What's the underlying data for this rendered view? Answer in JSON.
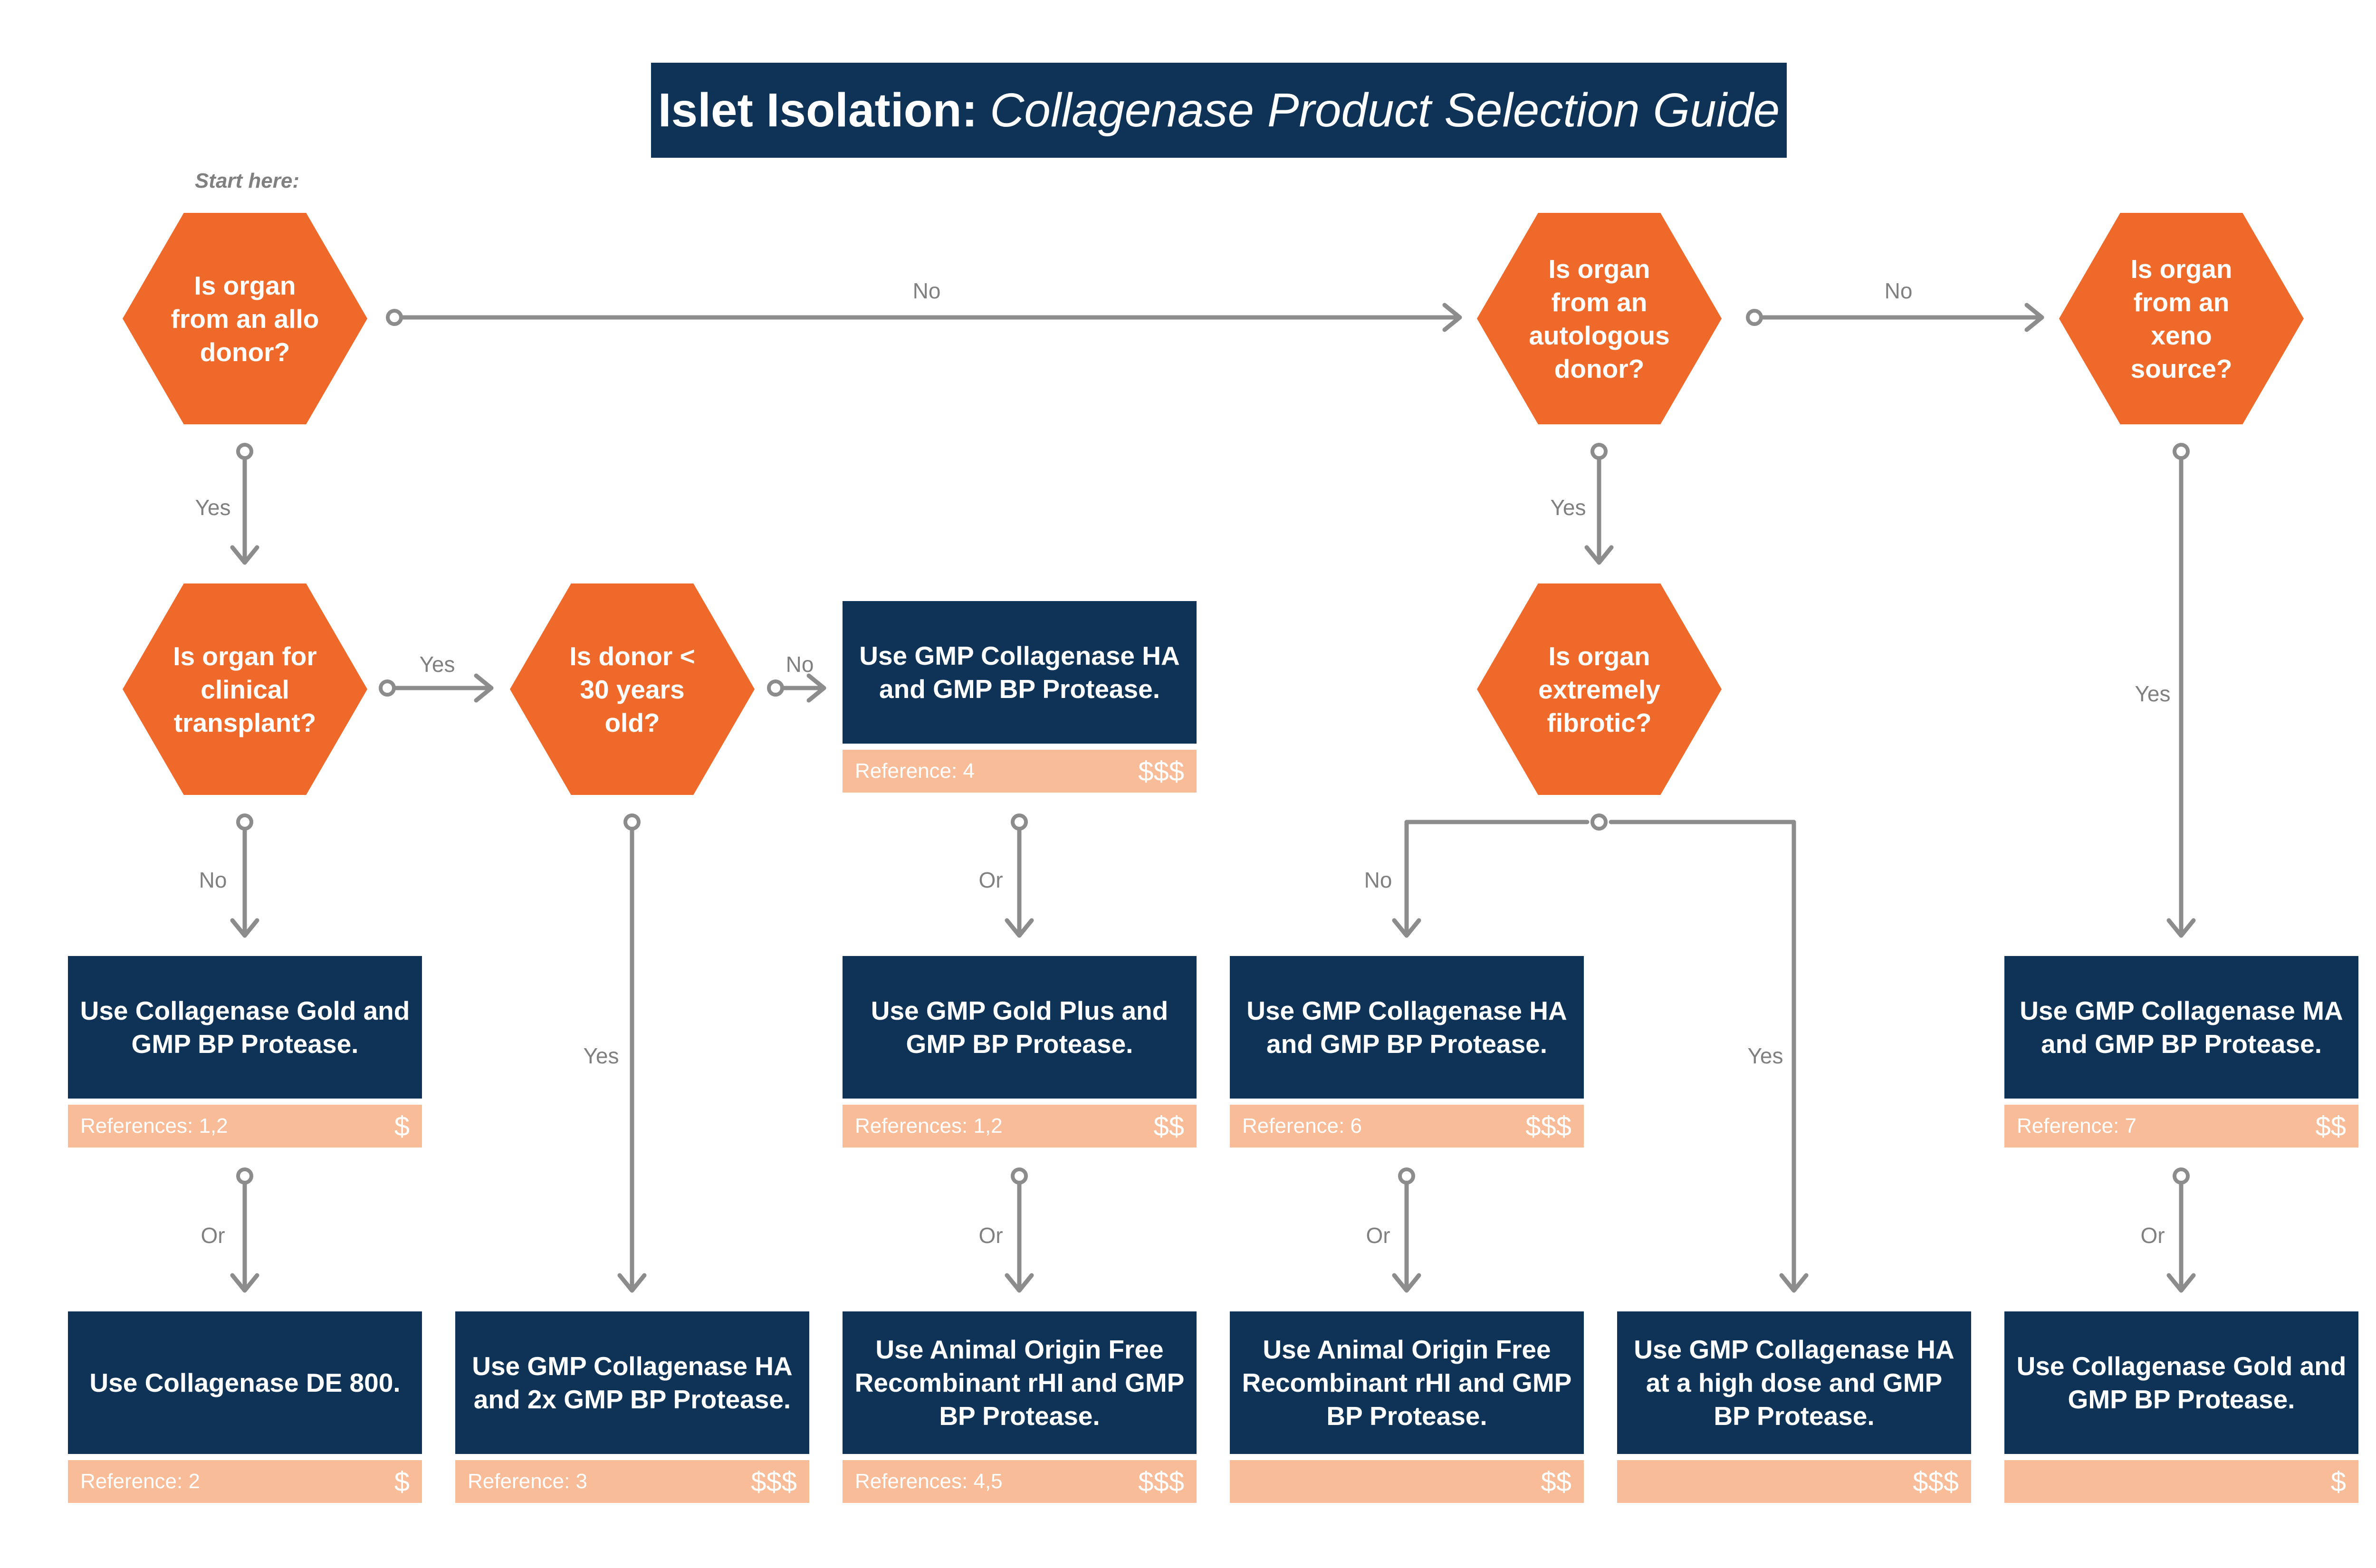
{
  "title": {
    "bold": "Islet Isolation:",
    "italic": "Collagenase Product Selection Guide"
  },
  "start_label": "Start here:",
  "questions": {
    "allo": "Is organ from an allo donor?",
    "clinical": "Is organ for clinical transplant?",
    "age": "Is donor < 30 years old?",
    "autologous": "Is organ from an autologous donor?",
    "fibrotic": "Is organ extremely fibrotic?",
    "xeno": "Is organ from an xeno source?"
  },
  "results": {
    "gmp_ha_bp_young": {
      "text": "Use GMP Collagenase HA and GMP BP Protease.",
      "ref": "Reference: 4",
      "price": "$$$"
    },
    "gold_bp": {
      "text": "Use Collagenase Gold and GMP BP Protease.",
      "ref": "References: 1,2",
      "price": "$"
    },
    "de800": {
      "text": "Use Collagenase DE 800.",
      "ref": "Reference: 2",
      "price": "$"
    },
    "ha_2x_bp": {
      "text": "Use GMP Collagenase HA and 2x GMP BP Protease.",
      "ref": "Reference: 3",
      "price": "$$$"
    },
    "gmp_gold_plus": {
      "text": "Use GMP Gold Plus and GMP BP Protease.",
      "ref": "References: 1,2",
      "price": "$$"
    },
    "aof_rhi_mid": {
      "text": "Use Animal Origin Free Recombinant rHI and GMP BP Protease.",
      "ref": "References: 4,5",
      "price": "$$$"
    },
    "auto_ha_bp": {
      "text": "Use GMP Collagenase HA and GMP BP Protease.",
      "ref": "Reference: 6",
      "price": "$$$"
    },
    "auto_aof_rhi": {
      "text": "Use Animal Origin Free Recombinant rHI and GMP BP Protease.",
      "ref": "",
      "price": "$$"
    },
    "ha_high_dose": {
      "text": "Use GMP Collagenase HA at a high dose and GMP BP Protease.",
      "ref": "",
      "price": "$$$"
    },
    "xeno_ma_bp": {
      "text": "Use GMP Collagenase MA and GMP BP Protease.",
      "ref": "Reference: 7",
      "price": "$$"
    },
    "xeno_gold_bp": {
      "text": "Use Collagenase Gold and GMP BP Protease.",
      "ref": "",
      "price": "$"
    }
  },
  "labels": {
    "yes": "Yes",
    "no": "No",
    "or": "Or"
  },
  "colors": {
    "navy": "#0e3356",
    "orange": "#ef6a2a",
    "peach": "#f8bc98",
    "connector": "#8c8c8c",
    "label_gray": "#808080"
  }
}
